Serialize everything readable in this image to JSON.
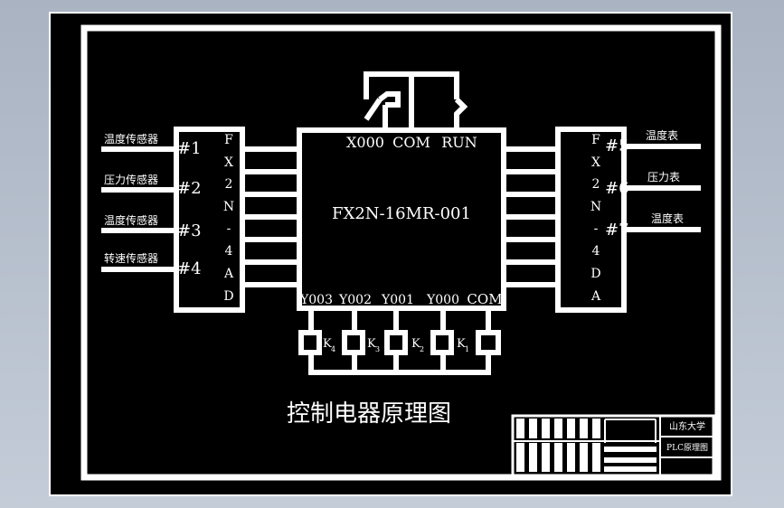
{
  "diagram": {
    "main_unit": {
      "model": "FX2N-16MR-001"
    },
    "top_terminals": {
      "x000": "X000",
      "com": "COM",
      "run": "RUN"
    },
    "bottom_terminals": {
      "y003": "Y003",
      "y002": "Y002",
      "y001": "Y001",
      "y000": "Y000",
      "com": "COM"
    },
    "ad_module": {
      "label": [
        "F",
        "X",
        "2",
        "N",
        "-",
        "4",
        "A",
        "D"
      ]
    },
    "da_module": {
      "label": [
        "F",
        "X",
        "2",
        "N",
        "-",
        "4",
        "D",
        "A"
      ]
    },
    "inputs": [
      {
        "name": "温度传感器",
        "ch": "#1"
      },
      {
        "name": "压力传感器",
        "ch": "#2"
      },
      {
        "name": "温度传感器",
        "ch": "#3"
      },
      {
        "name": "转速传感器",
        "ch": "#4"
      }
    ],
    "outputs": [
      {
        "name": "温度表",
        "ch": "#5"
      },
      {
        "name": "压力表",
        "ch": "#6"
      },
      {
        "name": "温度表",
        "ch": "#7"
      }
    ],
    "relays": [
      {
        "letter": "K",
        "sub": "4"
      },
      {
        "letter": "K",
        "sub": "3"
      },
      {
        "letter": "K",
        "sub": "2"
      },
      {
        "letter": "K",
        "sub": "1"
      }
    ],
    "title": "控制电器原理图"
  },
  "title_block": {
    "school": "山东大学",
    "drawing_name": "PLC原理图"
  },
  "colors": {
    "background": "#000000",
    "lines": "#ffffff"
  }
}
